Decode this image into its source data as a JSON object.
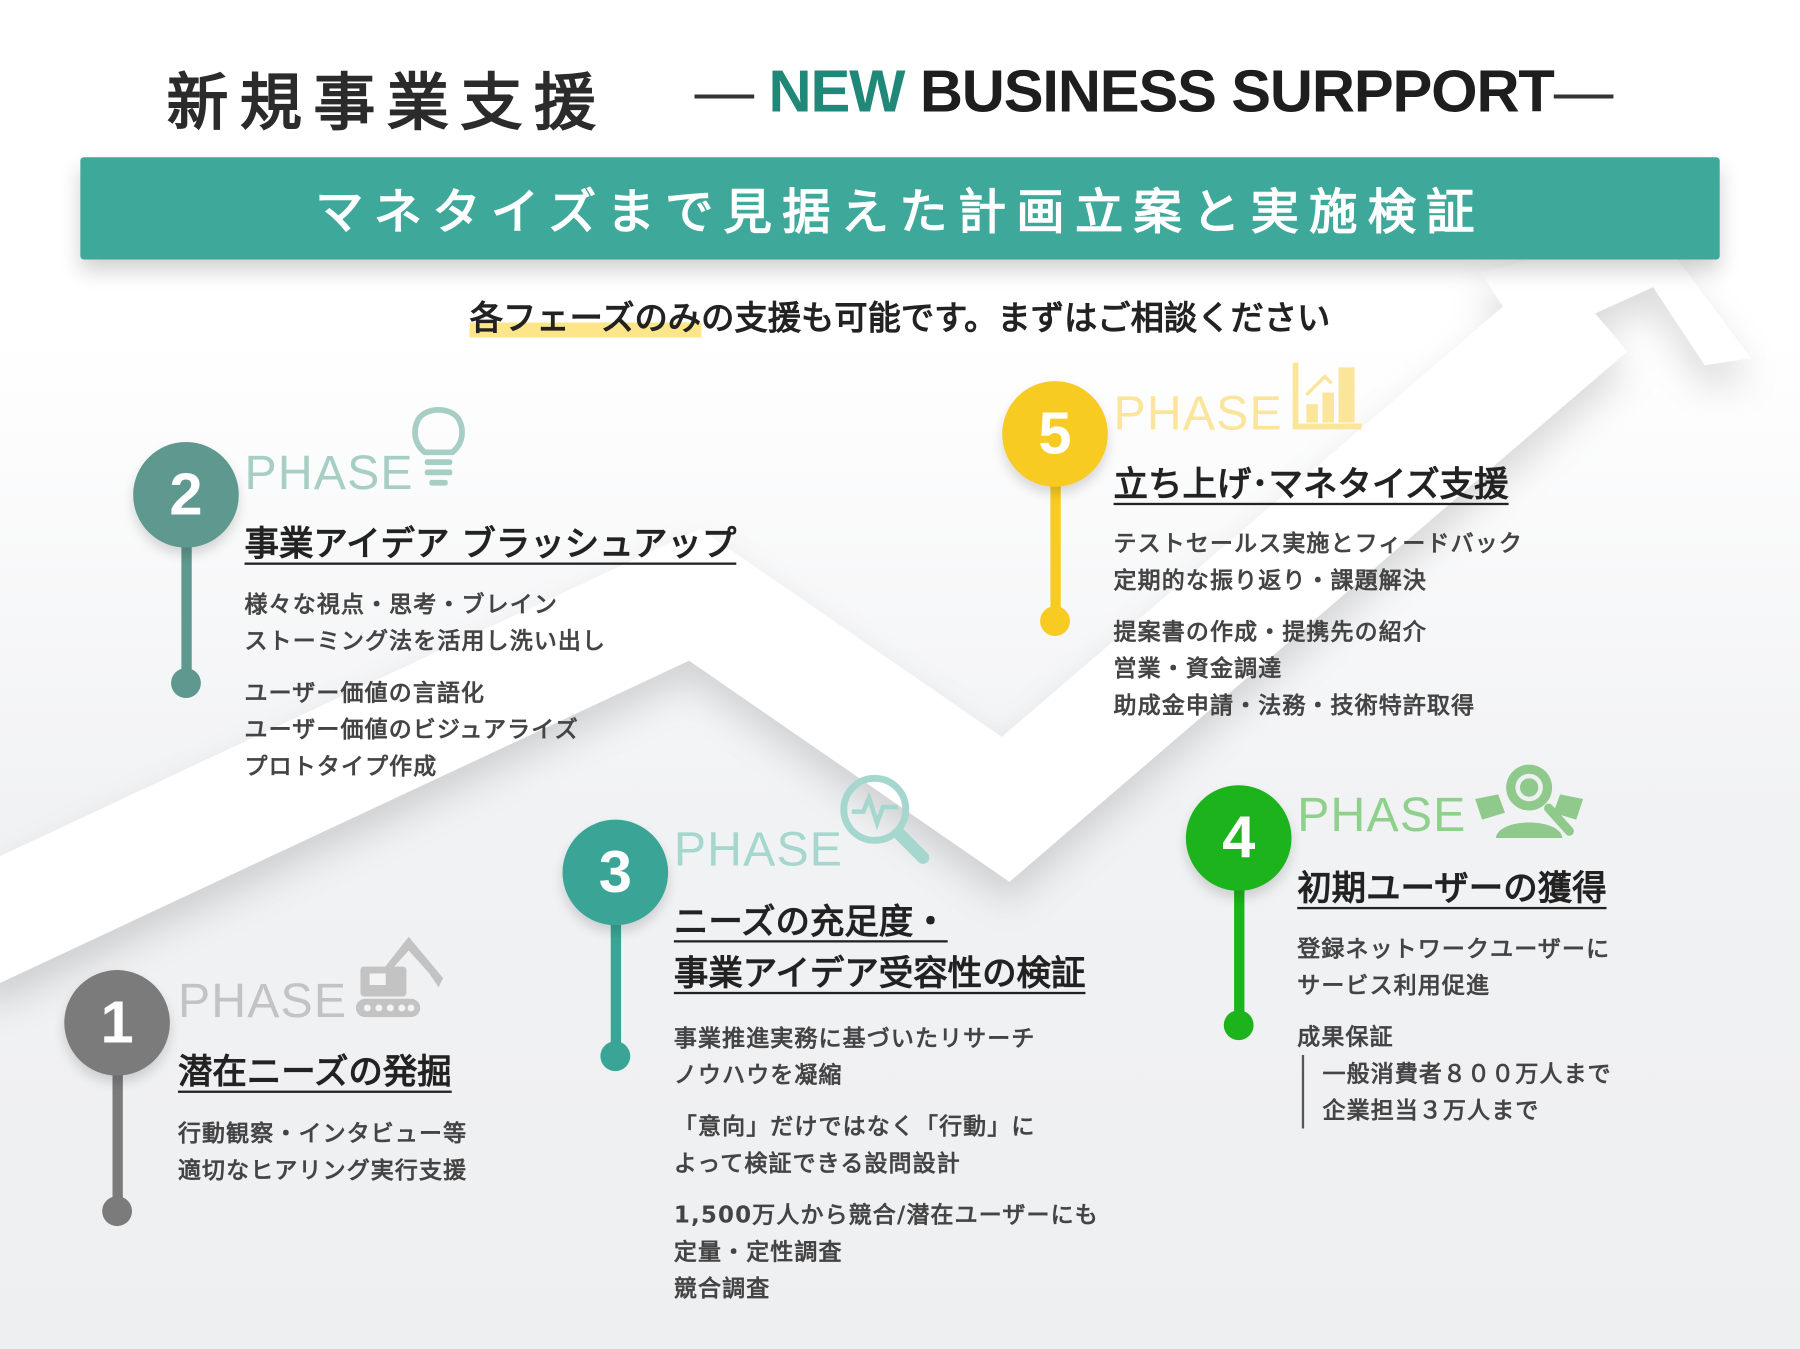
{
  "header": {
    "title_jp": "新規事業支援",
    "title_en_accent": "NEW",
    "title_en_rest": "BUSINESS SURPPORT",
    "dash": "—"
  },
  "banner": {
    "text": "マネタイズまで見据えた計画立案と実施検証"
  },
  "subtitle": {
    "highlight": "各フェーズのみ",
    "rest": "の支援も可能です。まずはご相談ください"
  },
  "phase_label": "PHASE",
  "phases": [
    {
      "number": "1",
      "color": "#7b7b7c",
      "title": "潜在ニーズの発掘",
      "icon": "excavator-icon",
      "groups": [
        [
          "行動観察・インタビュー等",
          "適切なヒアリング実行支援"
        ]
      ]
    },
    {
      "number": "2",
      "color": "#5e988e",
      "title": "事業アイデア ブラッシュアップ",
      "icon": "lightbulb-icon",
      "groups": [
        [
          "様々な視点・思考・ブレイン",
          "ストーミング法を活用し洗い出し"
        ],
        [
          "ユーザー価値の言語化",
          "ユーザー価値のビジュアライズ",
          "プロトタイプ作成"
        ]
      ]
    },
    {
      "number": "3",
      "color": "#3aa597",
      "title_lines": [
        "ニーズの充足度・",
        "事業アイデア受容性の検証"
      ],
      "icon": "magnifier-pulse-icon",
      "groups": [
        [
          "事業推進実務に基づいたリサーチ",
          "ノウハウを凝縮"
        ],
        [
          "「意向」だけではなく「行動」に",
          "よって検証できる設問設計"
        ],
        [
          "1,500万人から競合/潜在ユーザーにも",
          "定量・定性調査",
          "競合調査"
        ]
      ]
    },
    {
      "number": "4",
      "color": "#1db31c",
      "title": "初期ユーザーの獲得",
      "icon": "user-search-icon",
      "groups": [
        [
          "登録ネットワークユーザーに",
          "サービス利用促進"
        ],
        [
          "成果保証"
        ]
      ],
      "guarantee": [
        "一般消費者８００万人まで",
        "企業担当３万人まで"
      ]
    },
    {
      "number": "5",
      "color": "#f8cb22",
      "title": "立ち上げ･マネタイズ支援",
      "icon": "bar-chart-icon",
      "groups": [
        [
          "テストセールス実施とフィードバック",
          "定期的な振り返り・課題解決"
        ],
        [
          "提案書の作成・提携先の紹介",
          "営業・資金調達",
          "助成金申請・法務・技術特許取得"
        ]
      ]
    }
  ]
}
